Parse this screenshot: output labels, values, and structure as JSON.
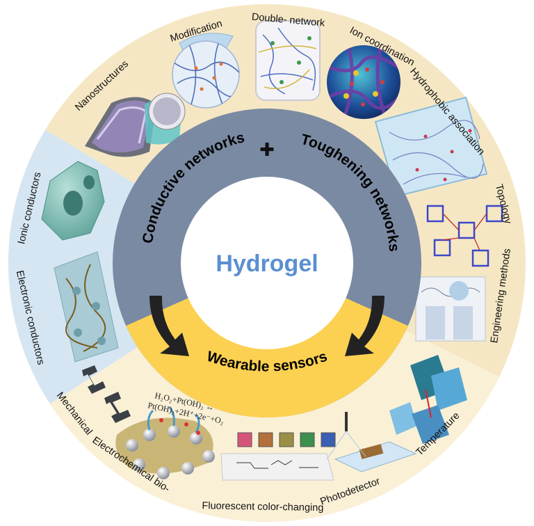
{
  "center": {
    "title": "Hydrogel",
    "color": "#5b8fd1"
  },
  "inner_ring": {
    "conductive": "Conductive networks",
    "toughening": "Toughening networks",
    "plus": "✚",
    "sensors": "Wearable sensors",
    "upper_color": "#7a8aa3",
    "lower_color": "#fcd152"
  },
  "segments": {
    "toughening": [
      "Nanostructures",
      "Modification",
      "Double- network",
      "Ion coordination",
      "Hydrophobic association",
      "Topology",
      "Engineering methods"
    ],
    "conductive": [
      "Ionic conductors",
      "Electronic conductors"
    ],
    "sensors": [
      "Mechanical",
      "Electrochemical bio-",
      "Fluorescent color-changing",
      "Photodetector",
      "Temperature"
    ]
  },
  "equations": {
    "line1": "H₂O₂+Pt(OH)₂ ↔",
    "line2": "Pt(OH)₂+2H⁺+2e⁻+O₂"
  },
  "colors": {
    "outer_tan": "#f6e7c4",
    "outer_blue": "#d5e6f2",
    "outer_cream": "#faf0d6",
    "arrow": "#222222"
  }
}
